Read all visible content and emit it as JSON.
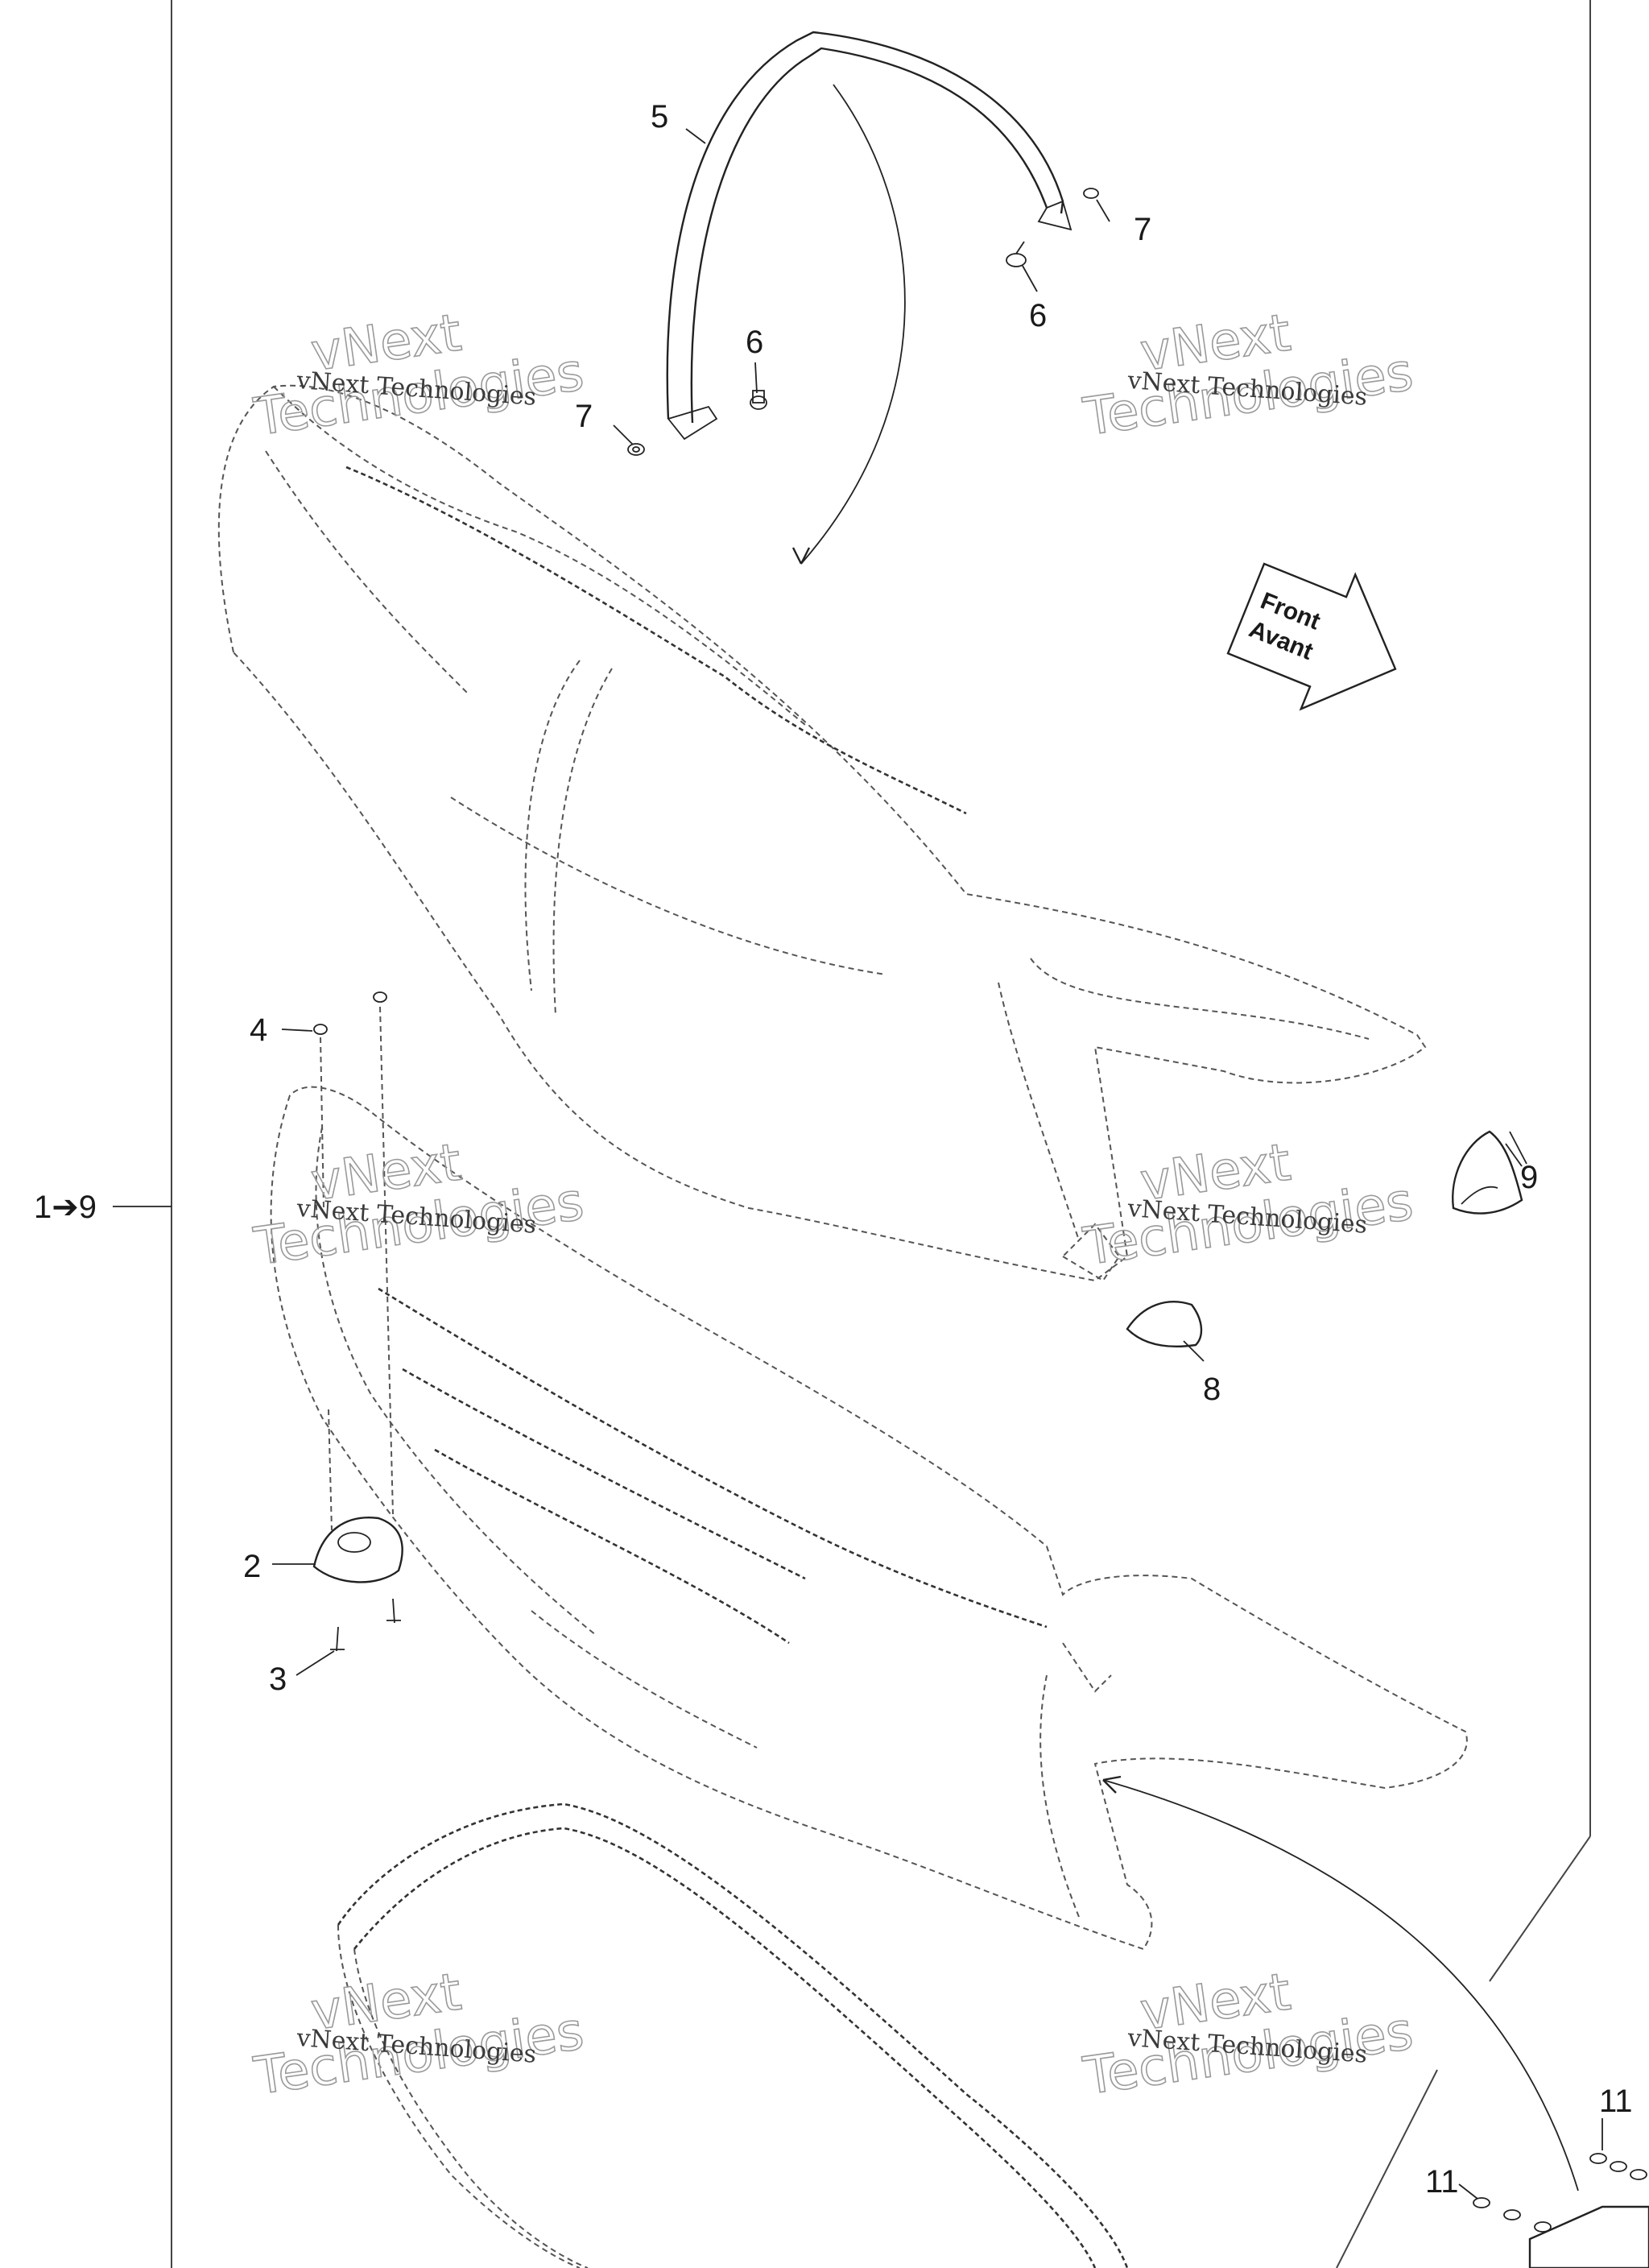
{
  "range_label": "1➔9",
  "direction_arrow": {
    "line1": "Front",
    "line2": "Avant"
  },
  "watermark": {
    "line1": "vNext",
    "line2": "Technologies",
    "caption": "vNext Technologies"
  },
  "callouts": {
    "c2": "2",
    "c3": "3",
    "c4": "4",
    "c5": "5",
    "c6a": "6",
    "c6b": "6",
    "c7a": "7",
    "c7b": "7",
    "c8": "8",
    "c9": "9",
    "c11a": "11",
    "c11b": "11"
  }
}
